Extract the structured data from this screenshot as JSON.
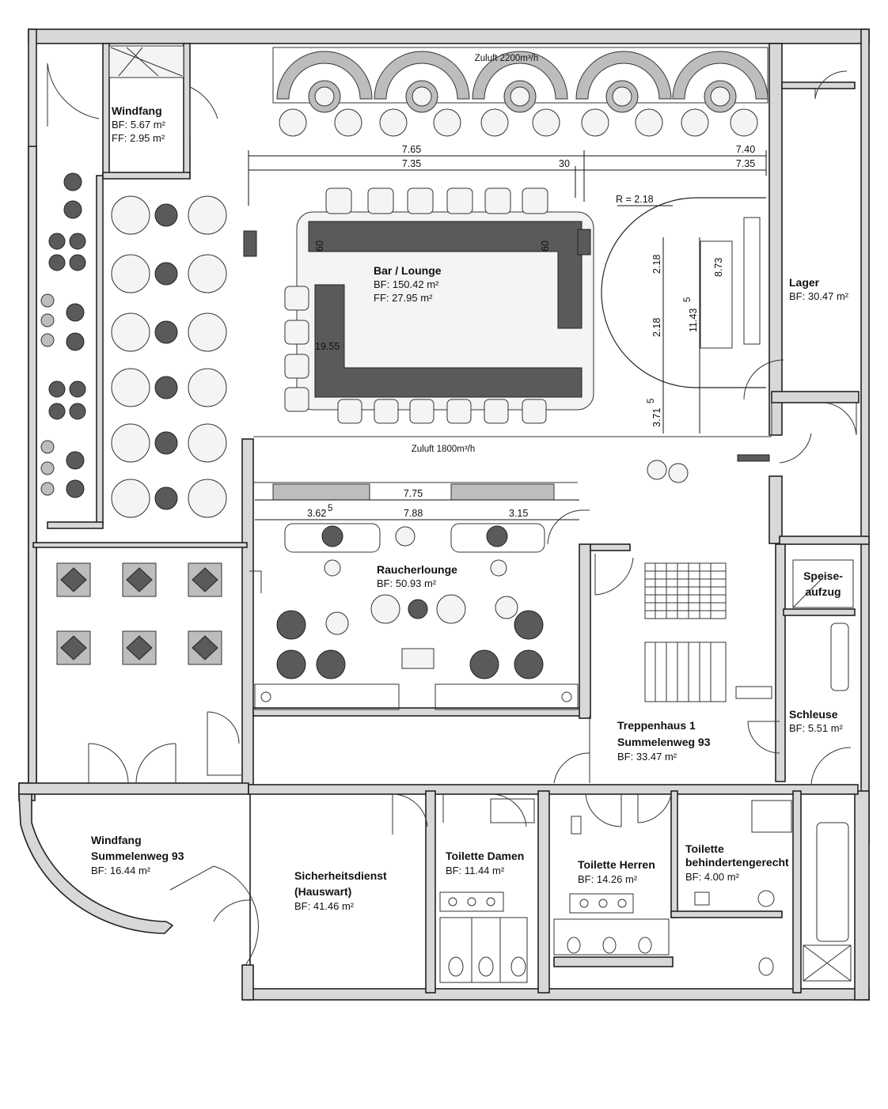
{
  "rooms": {
    "windfang_top": {
      "name": "Windfang",
      "bf": "BF: 5.67 m²",
      "ff": "FF: 2.95 m²"
    },
    "bar": {
      "name": "Bar / Lounge",
      "bf": "BF: 150.42 m²",
      "ff": "FF: 27.95 m²"
    },
    "lager": {
      "name": "Lager",
      "bf": "BF: 30.47 m²"
    },
    "speiseaufzug": {
      "line1": "Speise-",
      "line2": "aufzug"
    },
    "raucherlounge": {
      "name": "Raucherlounge",
      "bf": "BF: 50.93 m²"
    },
    "schleuse": {
      "name": "Schleuse",
      "bf": "BF: 5.51 m²"
    },
    "treppenhaus": {
      "line1": "Treppenhaus 1",
      "line2": "Summelenweg 93",
      "bf": "BF: 33.47 m²"
    },
    "windfang_main": {
      "line1": "Windfang",
      "line2": "Summelenweg 93",
      "bf": "BF: 16.44 m²"
    },
    "sicherheitsdienst": {
      "line1": "Sicherheitsdienst",
      "line2": "(Hauswart)",
      "bf": "BF: 41.46 m²"
    },
    "toilette_damen": {
      "name": "Toilette Damen",
      "bf": "BF: 11.44 m²"
    },
    "toilette_herren": {
      "name": "Toilette Herren",
      "bf": "BF: 14.26 m²"
    },
    "toilette_bhg": {
      "line1": "Toilette",
      "line2": "behindertengerecht",
      "bf": "BF: 4.00 m²"
    }
  },
  "annotations": {
    "zuluft_top": "Zuluft 2200m³/h",
    "zuluft_mid": "Zuluft 1800m³/h",
    "radius": "R = 2.18"
  },
  "dimensions": {
    "d765": "7.65",
    "d740": "7.40",
    "d735a": "7.35",
    "d30": "30",
    "d735b": "7.35",
    "d60a": "60",
    "d60b": "60",
    "d1955": "19.55",
    "d218a": "2.18",
    "d218b": "2.18",
    "d873": "8.73",
    "d1143": "11.43",
    "d1143sup": "5",
    "d371": "3.71",
    "d371sup": "5",
    "d775": "7.75",
    "d362": "3.62",
    "d362sup": "5",
    "d788": "7.88",
    "d315": "3.15"
  }
}
